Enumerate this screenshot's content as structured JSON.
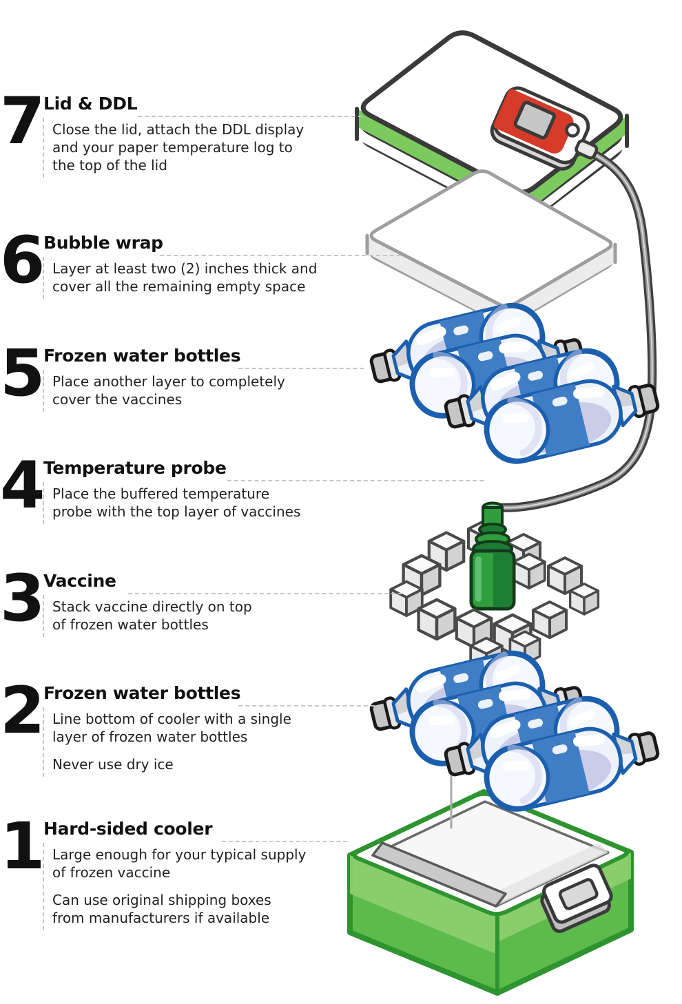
{
  "steps": [
    {
      "number": "7",
      "title": "Lid & DDL",
      "paragraphs": [
        [
          "Close the lid, attach the DDL display",
          "and your paper temperature log to",
          "the top of the lid"
        ]
      ]
    },
    {
      "number": "6",
      "title": "Bubble wrap",
      "paragraphs": [
        [
          "Layer at least two (2) inches thick and",
          "cover all the remaining empty space"
        ]
      ]
    },
    {
      "number": "5",
      "title": "Frozen water bottles",
      "paragraphs": [
        [
          "Place another layer to completely",
          "cover the vaccines"
        ]
      ]
    },
    {
      "number": "4",
      "title": "Temperature probe",
      "paragraphs": [
        [
          "Place the buffered temperature",
          "probe with the top layer of vaccines"
        ]
      ]
    },
    {
      "number": "3",
      "title": "Vaccine",
      "paragraphs": [
        [
          "Stack vaccine directly on top",
          "of frozen water bottles"
        ]
      ]
    },
    {
      "number": "2",
      "title": "Frozen water bottles",
      "paragraphs": [
        [
          "Line bottom of cooler with a single",
          "layer of frozen water bottles"
        ],
        [
          "Never use dry ice"
        ]
      ]
    },
    {
      "number": "1",
      "title": "Hard-sided cooler",
      "paragraphs": [
        [
          "Large enough for your typical supply",
          "of frozen vaccine"
        ],
        [
          "Can use original shipping boxes",
          "from manufacturers if available"
        ]
      ]
    }
  ],
  "illustration": {
    "parts": [
      "cooler-lid",
      "ddl-display",
      "probe-cable",
      "bubble-wrap-layer",
      "frozen-water-bottles-top-layer",
      "vaccine-stack",
      "temperature-probe",
      "hard-sided-cooler",
      "frozen-water-bottles-bottom-layer",
      "cooler-handle"
    ]
  },
  "colors": {
    "text": "#111111",
    "body_text": "#222222",
    "dash": "#c6c6c6",
    "outline": "#3a3a3a",
    "cooler_green": "#5cbb4a",
    "cooler_green_light": "#8ed06f",
    "cooler_green_dark": "#2e9430",
    "lid_band_green": "#7cc95e",
    "ddl_red": "#d63a28",
    "bottle_blue": "#1b5fae",
    "bottle_band_blue": "#3f7dc4",
    "bottle_body": "#edf2fb",
    "bottle_shade": "#c9cde8",
    "cap_gray": "#c6c6c6",
    "cube_top": "#fafafa",
    "cube_left": "#e9e9e9",
    "cube_right": "#d2d2d2",
    "cube_outline": "#4a4a4a",
    "probe_green": "#2f9e3d",
    "probe_green_dark": "#1d7a32",
    "cable_gray": "#9a9a9a",
    "cable_dark": "#3f3f3f",
    "slab_side": "#ececec",
    "slab_outline": "#9e9e9e",
    "interior_gray": "#c9c9c9"
  }
}
